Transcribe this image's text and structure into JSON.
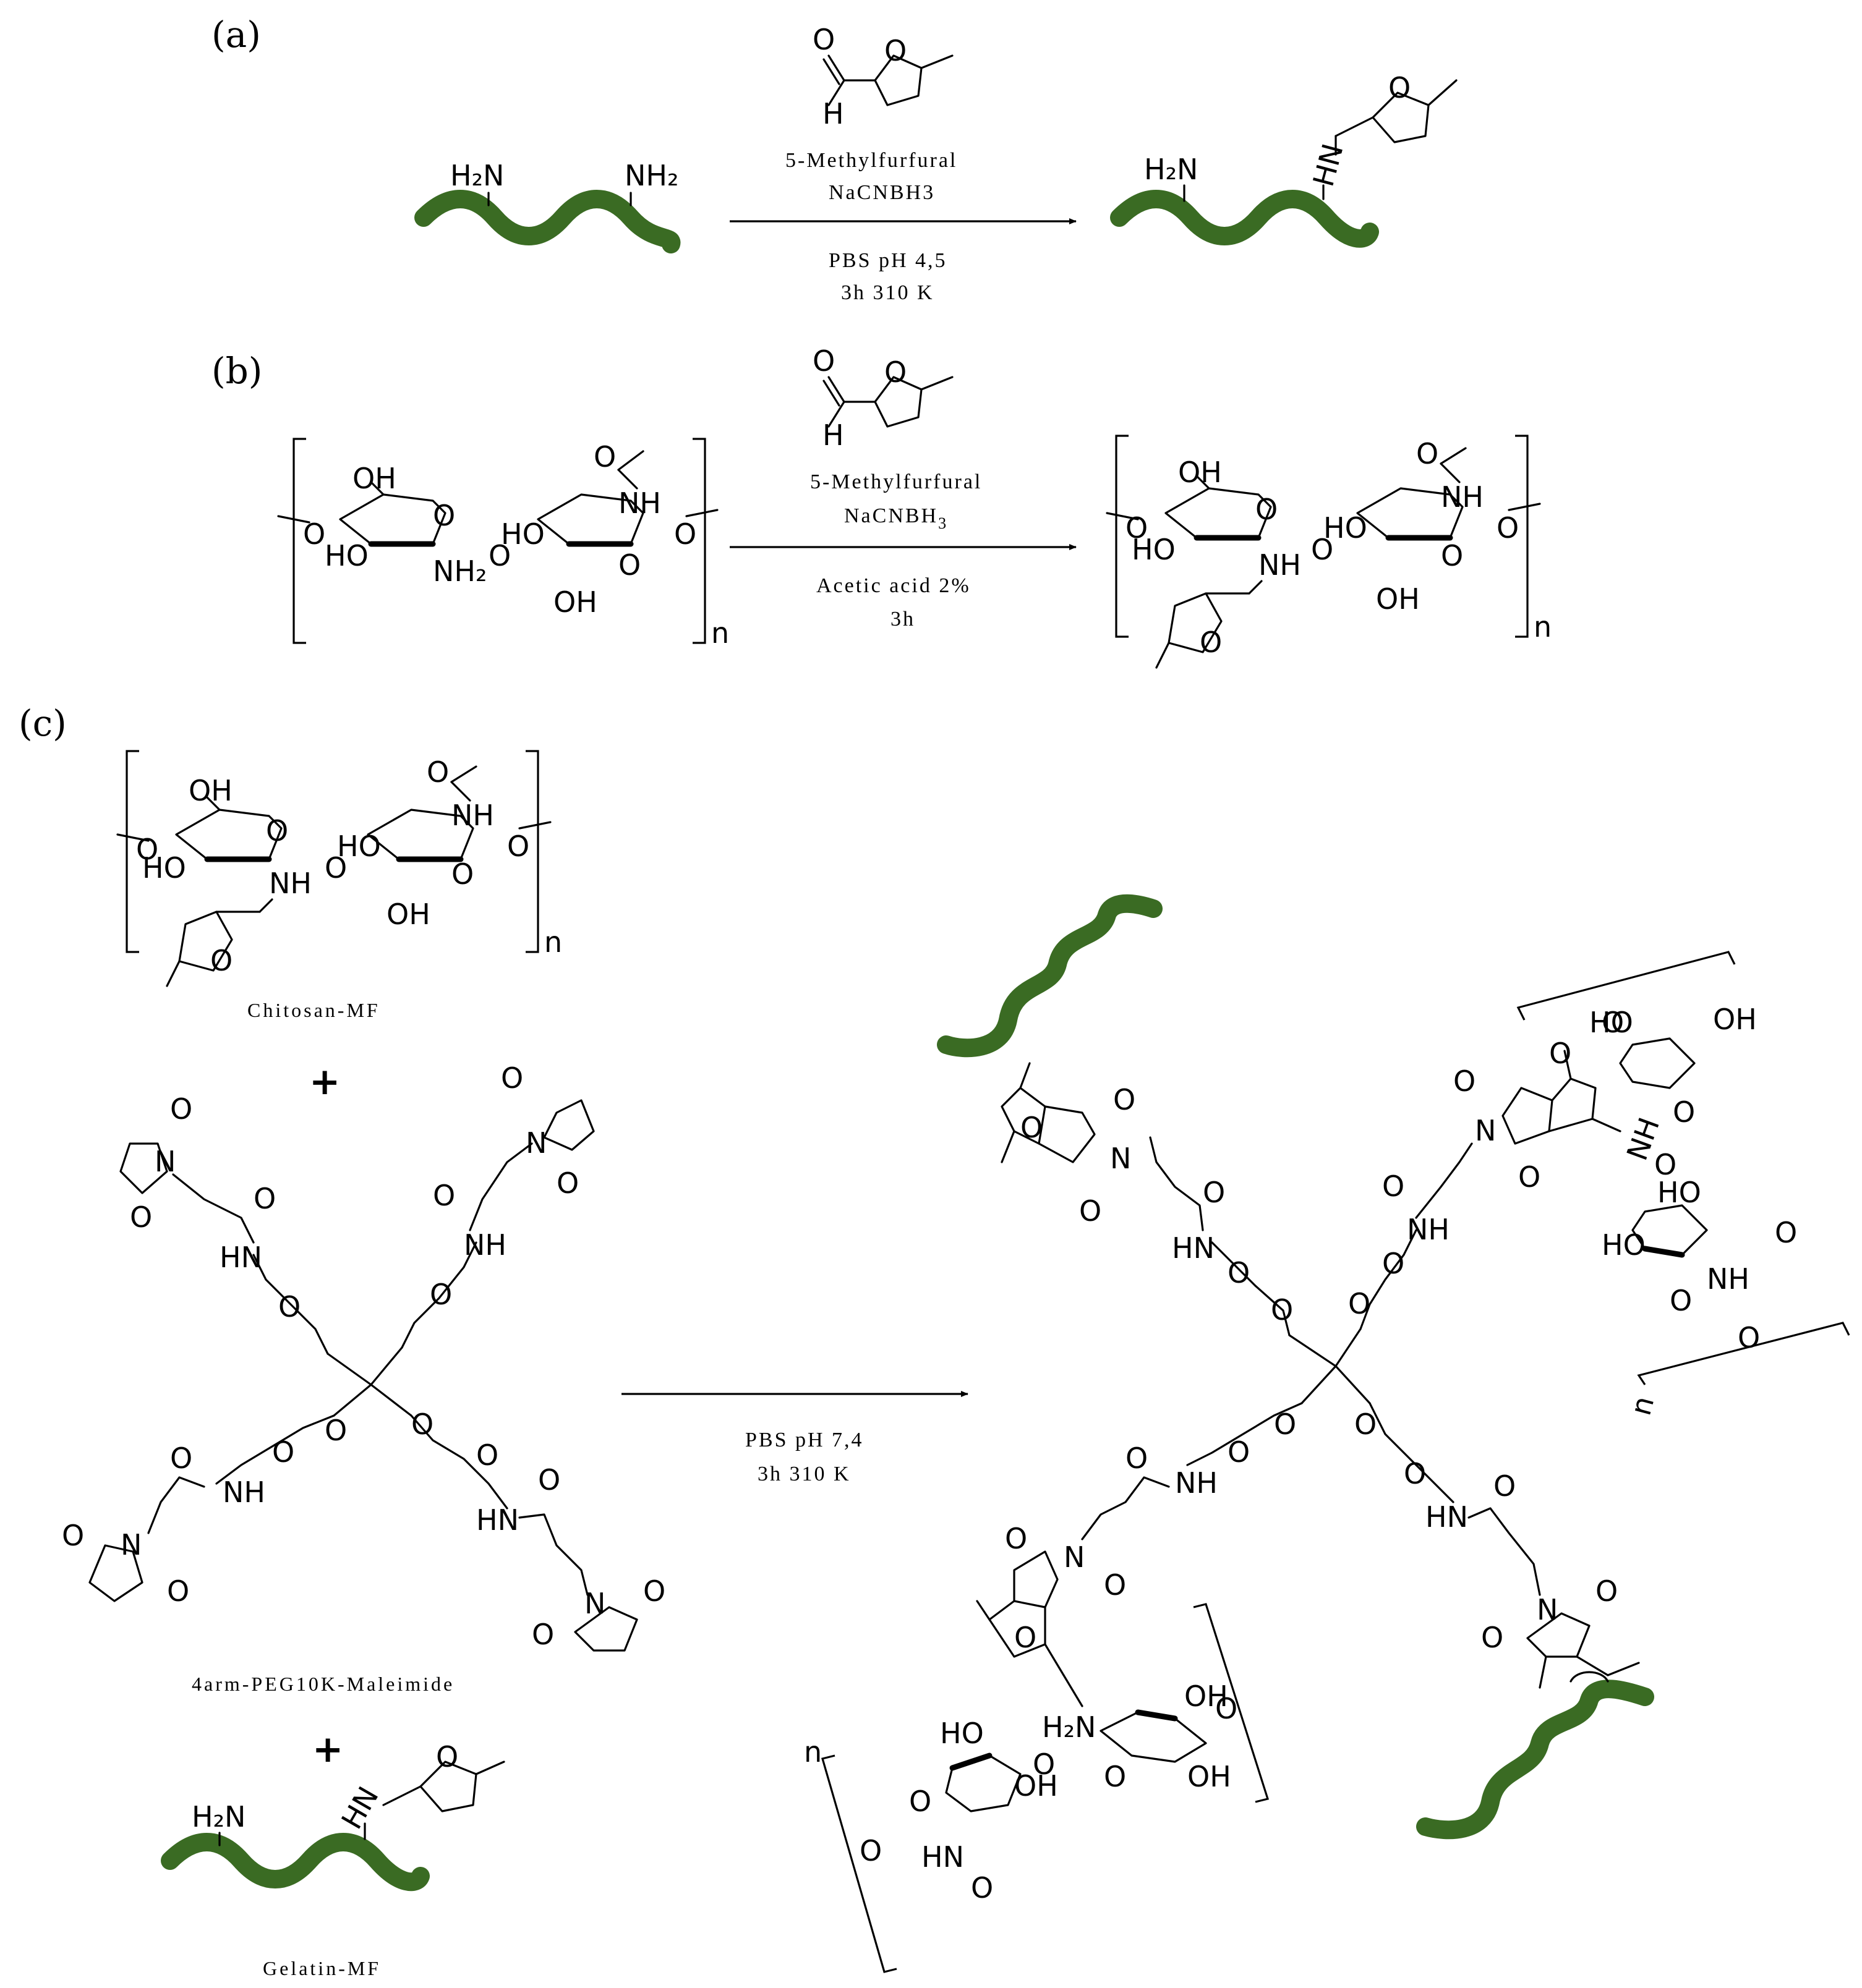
{
  "panels": {
    "a": "(a)",
    "b": "(b)",
    "c": "(c)"
  },
  "reaction_a": {
    "reagent_name": "5-Methylfurfural",
    "reagent_2": "NaCNBH3",
    "condition_1": "PBS pH 4,5",
    "condition_2": "3h 310 K"
  },
  "reaction_b": {
    "reagent_name": "5-Methylfurfural",
    "reagent_2": "NaCNBH",
    "reagent_2_sub": "3",
    "condition_1": "Acetic acid 2%",
    "condition_2": "3h"
  },
  "reaction_c": {
    "condition_1": "PBS pH 7,4",
    "condition_2": "3h 310 K"
  },
  "names": {
    "chitosan": "Chitosan-MF",
    "peg": "4arm-PEG10K-Maleimide",
    "gelatin": "Gelatin-MF"
  },
  "atoms": {
    "O": "O",
    "H": "H",
    "OH": "OH",
    "HO": "HO",
    "NH": "NH",
    "HN": "HN",
    "N": "N",
    "H2N": "H₂N",
    "NH2": "NH₂",
    "n": "n",
    "plus": "+"
  },
  "colors": {
    "gelatin_chain": "#3a6b23",
    "ink": "#000000"
  }
}
